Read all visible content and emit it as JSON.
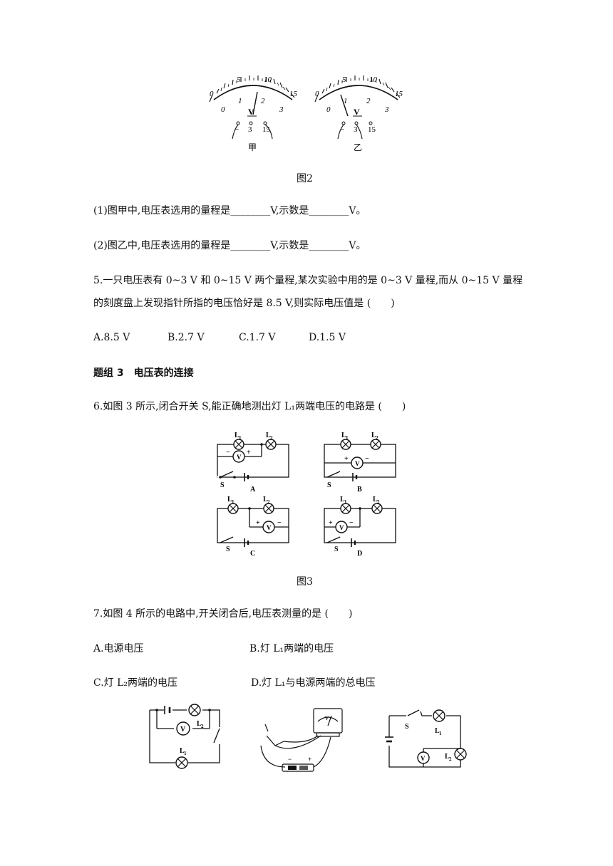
{
  "fig2": {
    "caption": "图2",
    "meter_jia_label": "甲",
    "meter_yi_label": "乙",
    "scale_upper": [
      "0",
      "5",
      "10",
      "15"
    ],
    "scale_lower": [
      "0",
      "1",
      "2",
      "3"
    ],
    "unit": "V",
    "terminals": [
      "−",
      "3",
      "15"
    ]
  },
  "q4": {
    "line1": "(1)图甲中,电压表选用的量程是________V,示数是________V。",
    "line2": "(2)图乙中,电压表选用的量程是________V,示数是________V。"
  },
  "q5": {
    "line1": "5.一只电压表有 0~3 V 和 0~15 V 两个量程,某次实验中用的是 0~3 V 量程,而从 0~15 V 量程",
    "line2": "的刻度盘上发现指针所指的电压恰好是 8.5 V,则实际电压值是 (　　)",
    "options": [
      "A.8.5 V",
      "B.2.7 V",
      "C.1.7 V",
      "D.1.5 V"
    ]
  },
  "group3": {
    "title": "题组 3　电压表的连接"
  },
  "q6": {
    "text": "6.如图 3 所示,闭合开关 S,能正确地测出灯 L₁两端电压的电路是 (　　)",
    "caption": "图3",
    "circuit_labels": [
      "A",
      "B",
      "C",
      "D"
    ],
    "lamp1": "L",
    "lamp2": "L",
    "sub1": "1",
    "sub2": "2",
    "switch": "S",
    "meter": "V",
    "plus": "+",
    "minus": "−"
  },
  "q7": {
    "text": "7.如图 4 所示的电路中,开关闭合后,电压表测量的是 (　　)",
    "options": [
      "A.电源电压",
      "B.灯 L₁两端的电压",
      "C.灯 L₂两端的电压",
      "D.灯 L₁与电源两端的总电压"
    ],
    "switch": "S",
    "meter": "V",
    "lamp": "L",
    "sub1": "1",
    "sub2": "2",
    "minus": "−",
    "plus": "+"
  }
}
